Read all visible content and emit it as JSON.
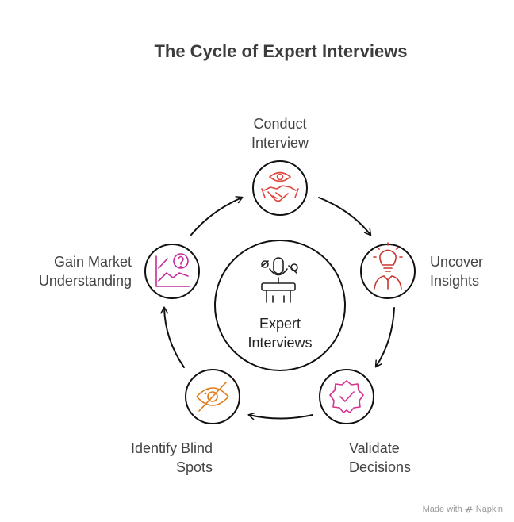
{
  "title": "The Cycle of Expert Interviews",
  "center": {
    "line1": "Expert",
    "line2": "Interviews"
  },
  "steps": [
    {
      "line1": "Conduct",
      "line2": "Interview",
      "icon": "eye-handshake-icon",
      "color": "#e0463e"
    },
    {
      "line1": "Uncover",
      "line2": "Insights",
      "icon": "lightbulb-person-icon",
      "color": "#c9352e"
    },
    {
      "line1": "Validate",
      "line2": "Decisions",
      "icon": "badge-check-icon",
      "color": "#d6338f"
    },
    {
      "line1": "Identify Blind",
      "line2": "Spots",
      "icon": "eye-slash-icon",
      "color": "#e07b1a"
    },
    {
      "line1": "Gain Market",
      "line2": "Understanding",
      "icon": "chart-question-icon",
      "color": "#c42b9a"
    }
  ],
  "credit": {
    "prefix": "Made with",
    "brand": "Napkin"
  }
}
